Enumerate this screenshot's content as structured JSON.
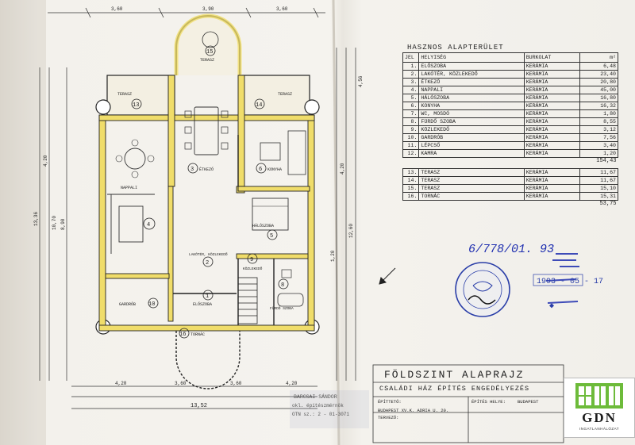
{
  "sheet": {
    "title_handwritten": "FÖLDSZINT ALAPRAJZ",
    "subtitle": "CSALÁDI HÁZ ÉPÍTÉS ENGEDÉLYEZÉS"
  },
  "rooms": [
    {
      "no": "1",
      "name": "ELŐSZOBA"
    },
    {
      "no": "2",
      "name": "LAKÓTÉR, KÖZLEKEDŐ"
    },
    {
      "no": "3",
      "name": "ÉTKEZŐ"
    },
    {
      "no": "4",
      "name": "NAPPALI"
    },
    {
      "no": "5",
      "name": "HÁLÓSZOBA"
    },
    {
      "no": "6",
      "name": "KONYHA"
    },
    {
      "no": "8",
      "name": "FÜRDŐ SZOBA"
    },
    {
      "no": "9",
      "name": "KÖZLEKEDŐ"
    },
    {
      "no": "10",
      "name": "GARDRÓB"
    },
    {
      "no": "13",
      "name": "TERASZ"
    },
    {
      "no": "14",
      "name": "TERASZ"
    },
    {
      "no": "15",
      "name": "TERASZ"
    },
    {
      "no": "16",
      "name": "TORNÁC"
    }
  ],
  "area_table": {
    "title": "HASZNOS ALAPTERÜLET",
    "headers": [
      "JEL",
      "HELYISÉG",
      "BURKOLAT",
      "m²"
    ],
    "rows": [
      {
        "no": "1.",
        "name": "ELŐSZOBA",
        "material": "KERÁMIA",
        "area": "6,48"
      },
      {
        "no": "2.",
        "name": "LAKÓTÉR, KÖZLEKEDŐ",
        "material": "KERÁMIA",
        "area": "23,40"
      },
      {
        "no": "3.",
        "name": "ÉTKEZŐ",
        "material": "KERÁMIA",
        "area": "20,80"
      },
      {
        "no": "4.",
        "name": "NAPPALI",
        "material": "KERÁMIA",
        "area": "45,00"
      },
      {
        "no": "5.",
        "name": "HÁLÓSZOBA",
        "material": "KERÁMIA",
        "area": "16,80"
      },
      {
        "no": "6.",
        "name": "KONYHA",
        "material": "KERÁMIA",
        "area": "16,32"
      },
      {
        "no": "7.",
        "name": "WC, MOSDÓ",
        "material": "KERÁMIA",
        "area": "1,80"
      },
      {
        "no": "8.",
        "name": "FÜRDŐ SZOBA",
        "material": "KERÁMIA",
        "area": "8,55"
      },
      {
        "no": "9.",
        "name": "KÖZLEKEDŐ",
        "material": "KERÁMIA",
        "area": "3,12"
      },
      {
        "no": "10.",
        "name": "GARDRÓB",
        "material": "KERÁMIA",
        "area": "7,56"
      },
      {
        "no": "11.",
        "name": "LÉPCSŐ",
        "material": "KERÁMIA",
        "area": "3,40"
      },
      {
        "no": "12.",
        "name": "KAMRA",
        "material": "KERÁMIA",
        "area": "1,20"
      }
    ],
    "subtotal": "154,43",
    "rows2": [
      {
        "no": "13.",
        "name": "TERASZ",
        "material": "KERÁMIA",
        "area": "11,67"
      },
      {
        "no": "14.",
        "name": "TERASZ",
        "material": "KERÁMIA",
        "area": "11,67"
      },
      {
        "no": "15.",
        "name": "TERASZ",
        "material": "KERÁMIA",
        "area": "15,10"
      },
      {
        "no": "16.",
        "name": "TORNÁC",
        "material": "KERÁMIA",
        "area": "15,31"
      }
    ],
    "subtotal2": "53,75"
  },
  "stamp": {
    "reg_number": "6/778/01. 93",
    "date": "1993 - 05 - 17"
  },
  "title_block": {
    "designer": "BARCSAI SÁNDOR",
    "designer_title": "okl. építészmérnök",
    "designer_reg": "OTN sz.: 2 - 01-3071",
    "address": "BUDAPEST XV.K. ADRIA U. 20.",
    "label_designer": "ÉPÍTTETŐ:",
    "label_tervezo": "TERVEZŐ:",
    "label_place": "ÉPÍTÉS HELYE:",
    "place": "BUDAPEST"
  },
  "dims": {
    "top": [
      "3,60",
      "3,90",
      "3,60"
    ],
    "bottom": [
      "4,20",
      "3,60",
      "3,60",
      "4,20"
    ],
    "bottom_total": "13,52",
    "left": [
      "13,36",
      "4,20",
      "10,70",
      "8,90"
    ],
    "right": [
      "12,60",
      "4,20",
      "1,20",
      "4,56"
    ]
  },
  "logo": {
    "text": "GDN",
    "sub": "INGATLANHÁLÓZAT"
  },
  "colors": {
    "wall": "#f0dd6a",
    "ink": "#2a2a2a",
    "stamp_blue": "#2a3ea8",
    "reg_blue": "#1f2fb0",
    "logo_green": "#6dbb3a"
  }
}
